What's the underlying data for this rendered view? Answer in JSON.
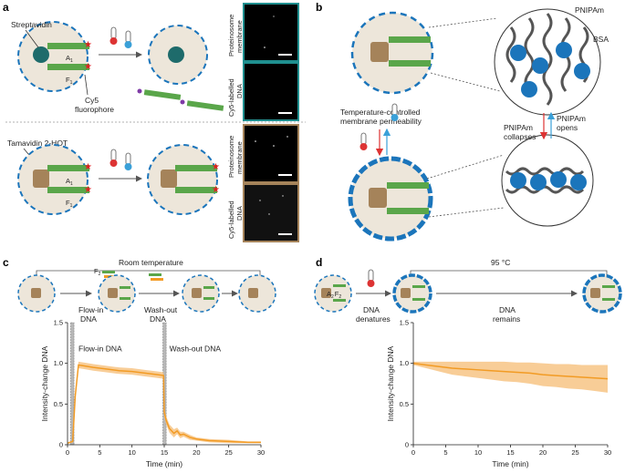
{
  "panels": {
    "a": "a",
    "b": "b",
    "c": "c",
    "d": "d"
  },
  "panel_a": {
    "streptavidin": "Streptavidin",
    "tamavidin": "Tamavidin 2-HOT",
    "cy5": "Cy5",
    "fluorophore": "fluorophore",
    "a1": "A",
    "f1": "F",
    "sub1": "1",
    "img_labels": [
      "Proteinosome",
      "membrane",
      "Cy5-labelled",
      "DNA"
    ],
    "img_labels_bottom": [
      "Proteinosome",
      "membrane",
      "Cy5-labelled",
      "DNA"
    ]
  },
  "panel_b": {
    "pnipam": "PNIPAm",
    "bsa": "BSA",
    "permeability": [
      "Temperature-controlled",
      "membrane permeability"
    ],
    "opens": [
      "PNIPAm",
      "opens"
    ],
    "collapses": [
      "PNIPAm",
      "collapses"
    ]
  },
  "panel_c": {
    "room_temp": "Room temperature",
    "f2": "F",
    "f2sub": "2",
    "flow_in": [
      "Flow-in",
      "DNA"
    ],
    "wash_out": [
      "Wash-out",
      "DNA"
    ]
  },
  "panel_d": {
    "temp": "95 °C",
    "a2f2": "A",
    "a2sub": "2",
    "f2": "F",
    "f2sub": "2",
    "denatures": [
      "DNA",
      "denatures"
    ],
    "remains": [
      "DNA",
      "remains"
    ]
  },
  "colors": {
    "orange": "#f29b24",
    "band": "#f7c485",
    "green": "#5aa64a",
    "blue": "#1b75bb",
    "cell": "#ede6da",
    "gray": "#b8b8b8"
  },
  "chart_data": [
    {
      "type": "line",
      "xlabel": "Time (min)",
      "ylabel": "Intensity-change DNA",
      "xlim": [
        0,
        30
      ],
      "ylim": [
        0,
        1.5
      ],
      "xticks": [
        "0",
        "5",
        "10",
        "15",
        "20",
        "25",
        "30"
      ],
      "yticks": [
        "0",
        "0.5",
        "1.0",
        "1.5"
      ],
      "annotations": [
        "Flow-in DNA",
        "Wash-out DNA"
      ],
      "shaded_regions": [
        [
          0.5,
          1.0
        ],
        [
          14.8,
          15.3
        ]
      ],
      "series": [
        {
          "x": [
            0,
            0.8,
            1.2,
            1.7,
            2.5,
            4,
            6,
            8,
            10,
            12,
            14,
            14.9,
            15.0,
            15.3,
            15.8,
            16.5,
            17,
            17.5,
            18,
            19,
            20,
            22,
            25,
            28,
            30
          ],
          "y": [
            0.02,
            0.04,
            0.6,
            0.98,
            0.97,
            0.95,
            0.93,
            0.91,
            0.9,
            0.88,
            0.86,
            0.85,
            0.4,
            0.3,
            0.2,
            0.14,
            0.17,
            0.12,
            0.13,
            0.09,
            0.07,
            0.05,
            0.04,
            0.03,
            0.03
          ],
          "err": [
            0.01,
            0.01,
            0.03,
            0.04,
            0.04,
            0.04,
            0.04,
            0.04,
            0.04,
            0.04,
            0.04,
            0.04,
            0.05,
            0.05,
            0.05,
            0.05,
            0.04,
            0.04,
            0.03,
            0.03,
            0.02,
            0.02,
            0.02,
            0.01,
            0.01
          ]
        }
      ]
    },
    {
      "type": "line",
      "xlabel": "Time (min)",
      "ylabel": "Intensity-change DNA",
      "xlim": [
        0,
        30
      ],
      "ylim": [
        0,
        1.5
      ],
      "xticks": [
        "0",
        "5",
        "10",
        "15",
        "20",
        "25",
        "30"
      ],
      "yticks": [
        "0",
        "0.5",
        "1.0",
        "1.5"
      ],
      "series": [
        {
          "x": [
            0,
            2,
            4,
            6,
            8,
            10,
            12,
            14,
            16,
            18,
            20,
            22,
            24,
            26,
            28,
            30
          ],
          "y": [
            1.0,
            0.98,
            0.96,
            0.94,
            0.93,
            0.92,
            0.91,
            0.9,
            0.89,
            0.88,
            0.86,
            0.85,
            0.84,
            0.83,
            0.82,
            0.81
          ],
          "err": [
            0.02,
            0.04,
            0.06,
            0.08,
            0.09,
            0.1,
            0.11,
            0.12,
            0.12,
            0.13,
            0.14,
            0.14,
            0.15,
            0.15,
            0.16,
            0.17
          ]
        }
      ]
    }
  ]
}
